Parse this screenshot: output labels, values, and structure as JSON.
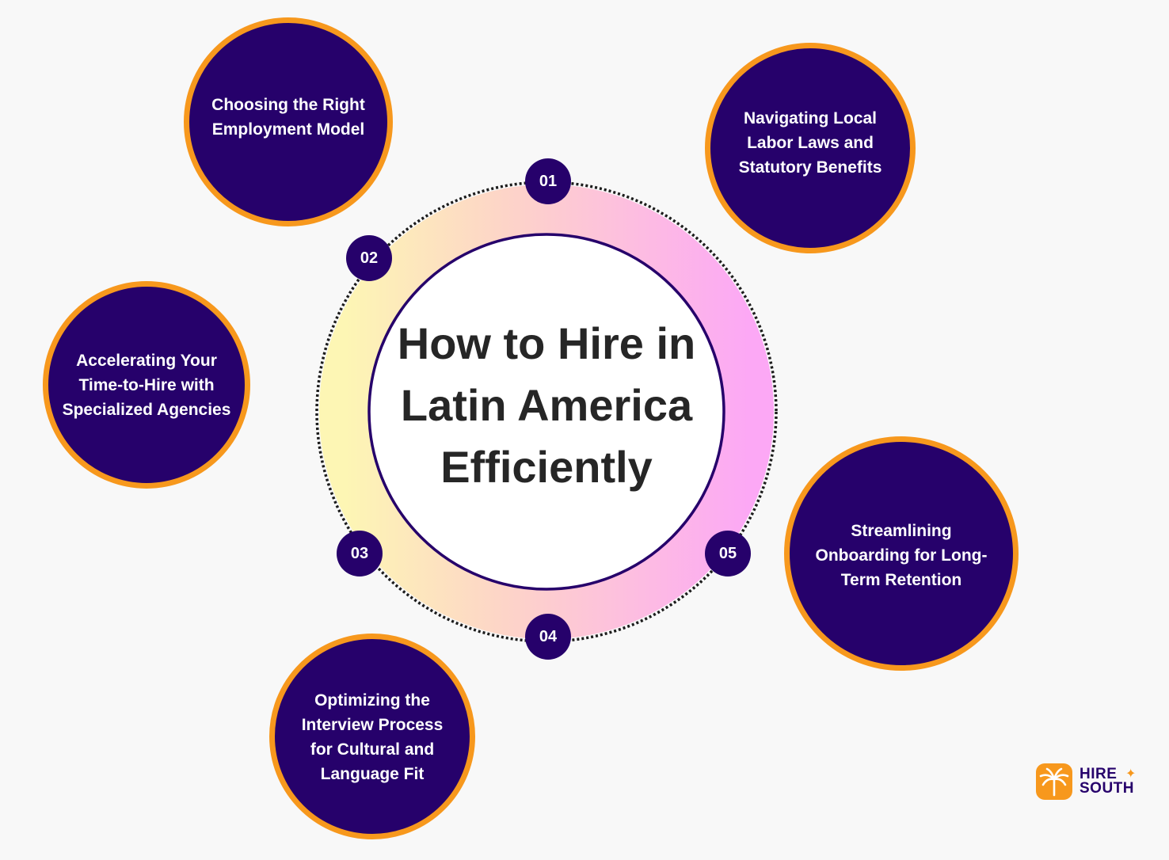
{
  "title": {
    "lines": [
      "How to Hire in",
      "Latin America",
      "Efficiently"
    ]
  },
  "steps": [
    {
      "number": "01",
      "lines": [
        "Navigating Local",
        "Labor Laws and",
        "Statutory Benefits"
      ]
    },
    {
      "number": "02",
      "lines": [
        "Choosing the Right",
        "Employment Model"
      ]
    },
    {
      "number": "03",
      "lines": [
        "Accelerating Your",
        "Time-to-Hire with",
        "Specialized Agencies"
      ]
    },
    {
      "number": "04",
      "lines": [
        "Optimizing the",
        "Interview Process",
        "for Cultural and",
        "Language Fit"
      ]
    },
    {
      "number": "05",
      "lines": [
        "Streamlining",
        "Onboarding for Long-",
        "Term Retention"
      ]
    }
  ],
  "logo": {
    "line1": "HIRE",
    "line2": "SOUTH"
  },
  "colors": {
    "circle_fill": "#26016b",
    "circle_border": "#f7981d",
    "ring_gradient": [
      "#fdf5b8",
      "#fdd2c6",
      "#fdb8e2",
      "#fcaaf4"
    ],
    "title_text": "#262626"
  }
}
